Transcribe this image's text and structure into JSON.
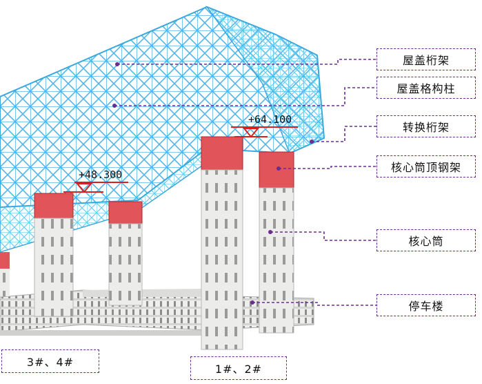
{
  "labels": {
    "roof_truss": "屋盖桁架",
    "roof_lattice_column": "屋盖格构柱",
    "transfer_truss": "转换桁架",
    "core_top_steel_frame": "核心筒顶钢架",
    "core_tube": "核心筒",
    "parking_building": "停车楼",
    "towers_3_4": "3#、4#",
    "towers_1_2": "1#、2#"
  },
  "elevations": {
    "high": "+64.100",
    "low": "+48.300"
  },
  "colors": {
    "steel_truss": "#5cc4ec",
    "core_top": "#e0545a",
    "concrete": "#e6e6e4",
    "callout_border": "#6a2c91",
    "elevation_mark": "#d32020"
  }
}
